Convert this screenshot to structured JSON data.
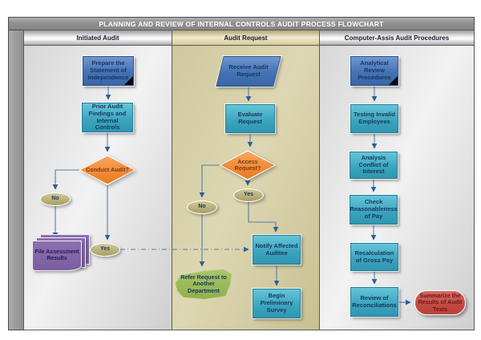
{
  "title": "PLANNING AND REVIEW OF INTERNAL CONTROLS AUDIT PROCESS FLOWCHART",
  "lanes": [
    {
      "header": "Initiated Audit"
    },
    {
      "header": "Audit Request"
    },
    {
      "header": "Computer-Assis Audit Procedures"
    }
  ],
  "nodes": {
    "prepare": {
      "label": "Prepare the Statement of Independence",
      "type": "process-annotated"
    },
    "prior": {
      "label": "Prior Audit Findings and Internal Controls",
      "type": "process"
    },
    "conduct": {
      "label": "Conduct Audit?",
      "type": "decision"
    },
    "no1": {
      "label": "No",
      "type": "connector-ellipse"
    },
    "file": {
      "label": "File Assessment Results",
      "type": "multi-document"
    },
    "yes1": {
      "label": "Yes",
      "type": "connector-ellipse"
    },
    "receive": {
      "label": "Receive Audit Request",
      "type": "data-parallelogram"
    },
    "evaluate": {
      "label": "Evaluate Request",
      "type": "process"
    },
    "access": {
      "label": "Access Request?",
      "type": "decision"
    },
    "yes2": {
      "label": "Yes",
      "type": "connector-ellipse"
    },
    "no2": {
      "label": "No",
      "type": "connector-ellipse"
    },
    "notify": {
      "label": "Notify Affected Auditee",
      "type": "process"
    },
    "refer": {
      "label": "Refer Request to Another Department",
      "type": "offpage"
    },
    "begin": {
      "label": "Begin Preliminary Survey",
      "type": "process"
    },
    "analytical": {
      "label": "Analytical Review Procedures",
      "type": "process-annotated"
    },
    "testing": {
      "label": "Testing Invalid Employees",
      "type": "process"
    },
    "analysis": {
      "label": "Analysis Conflict of Interest",
      "type": "process"
    },
    "check": {
      "label": "Check Reasonableness of Pay",
      "type": "process"
    },
    "recalc": {
      "label": "Recalculation of Gross Pay",
      "type": "process"
    },
    "review": {
      "label": "Review of Reconciliations",
      "type": "process"
    },
    "summarize": {
      "label": "Summarize the Results of Audit Tests",
      "type": "terminator"
    }
  },
  "colors": {
    "process_blue": "#4372b4",
    "process_teal": "#3aa3bd",
    "decision_orange": "#ef8530",
    "ellipse_khaki": "#b3a96f",
    "document_purple": "#7a5d9e",
    "offpage_green": "#9ab955",
    "terminator_red": "#c14a43",
    "lane_khaki": "#d3cca2",
    "lane_gray": "#e3e3e3",
    "titlebar_gray": "#909090",
    "connector_blue": "#587ea8"
  }
}
